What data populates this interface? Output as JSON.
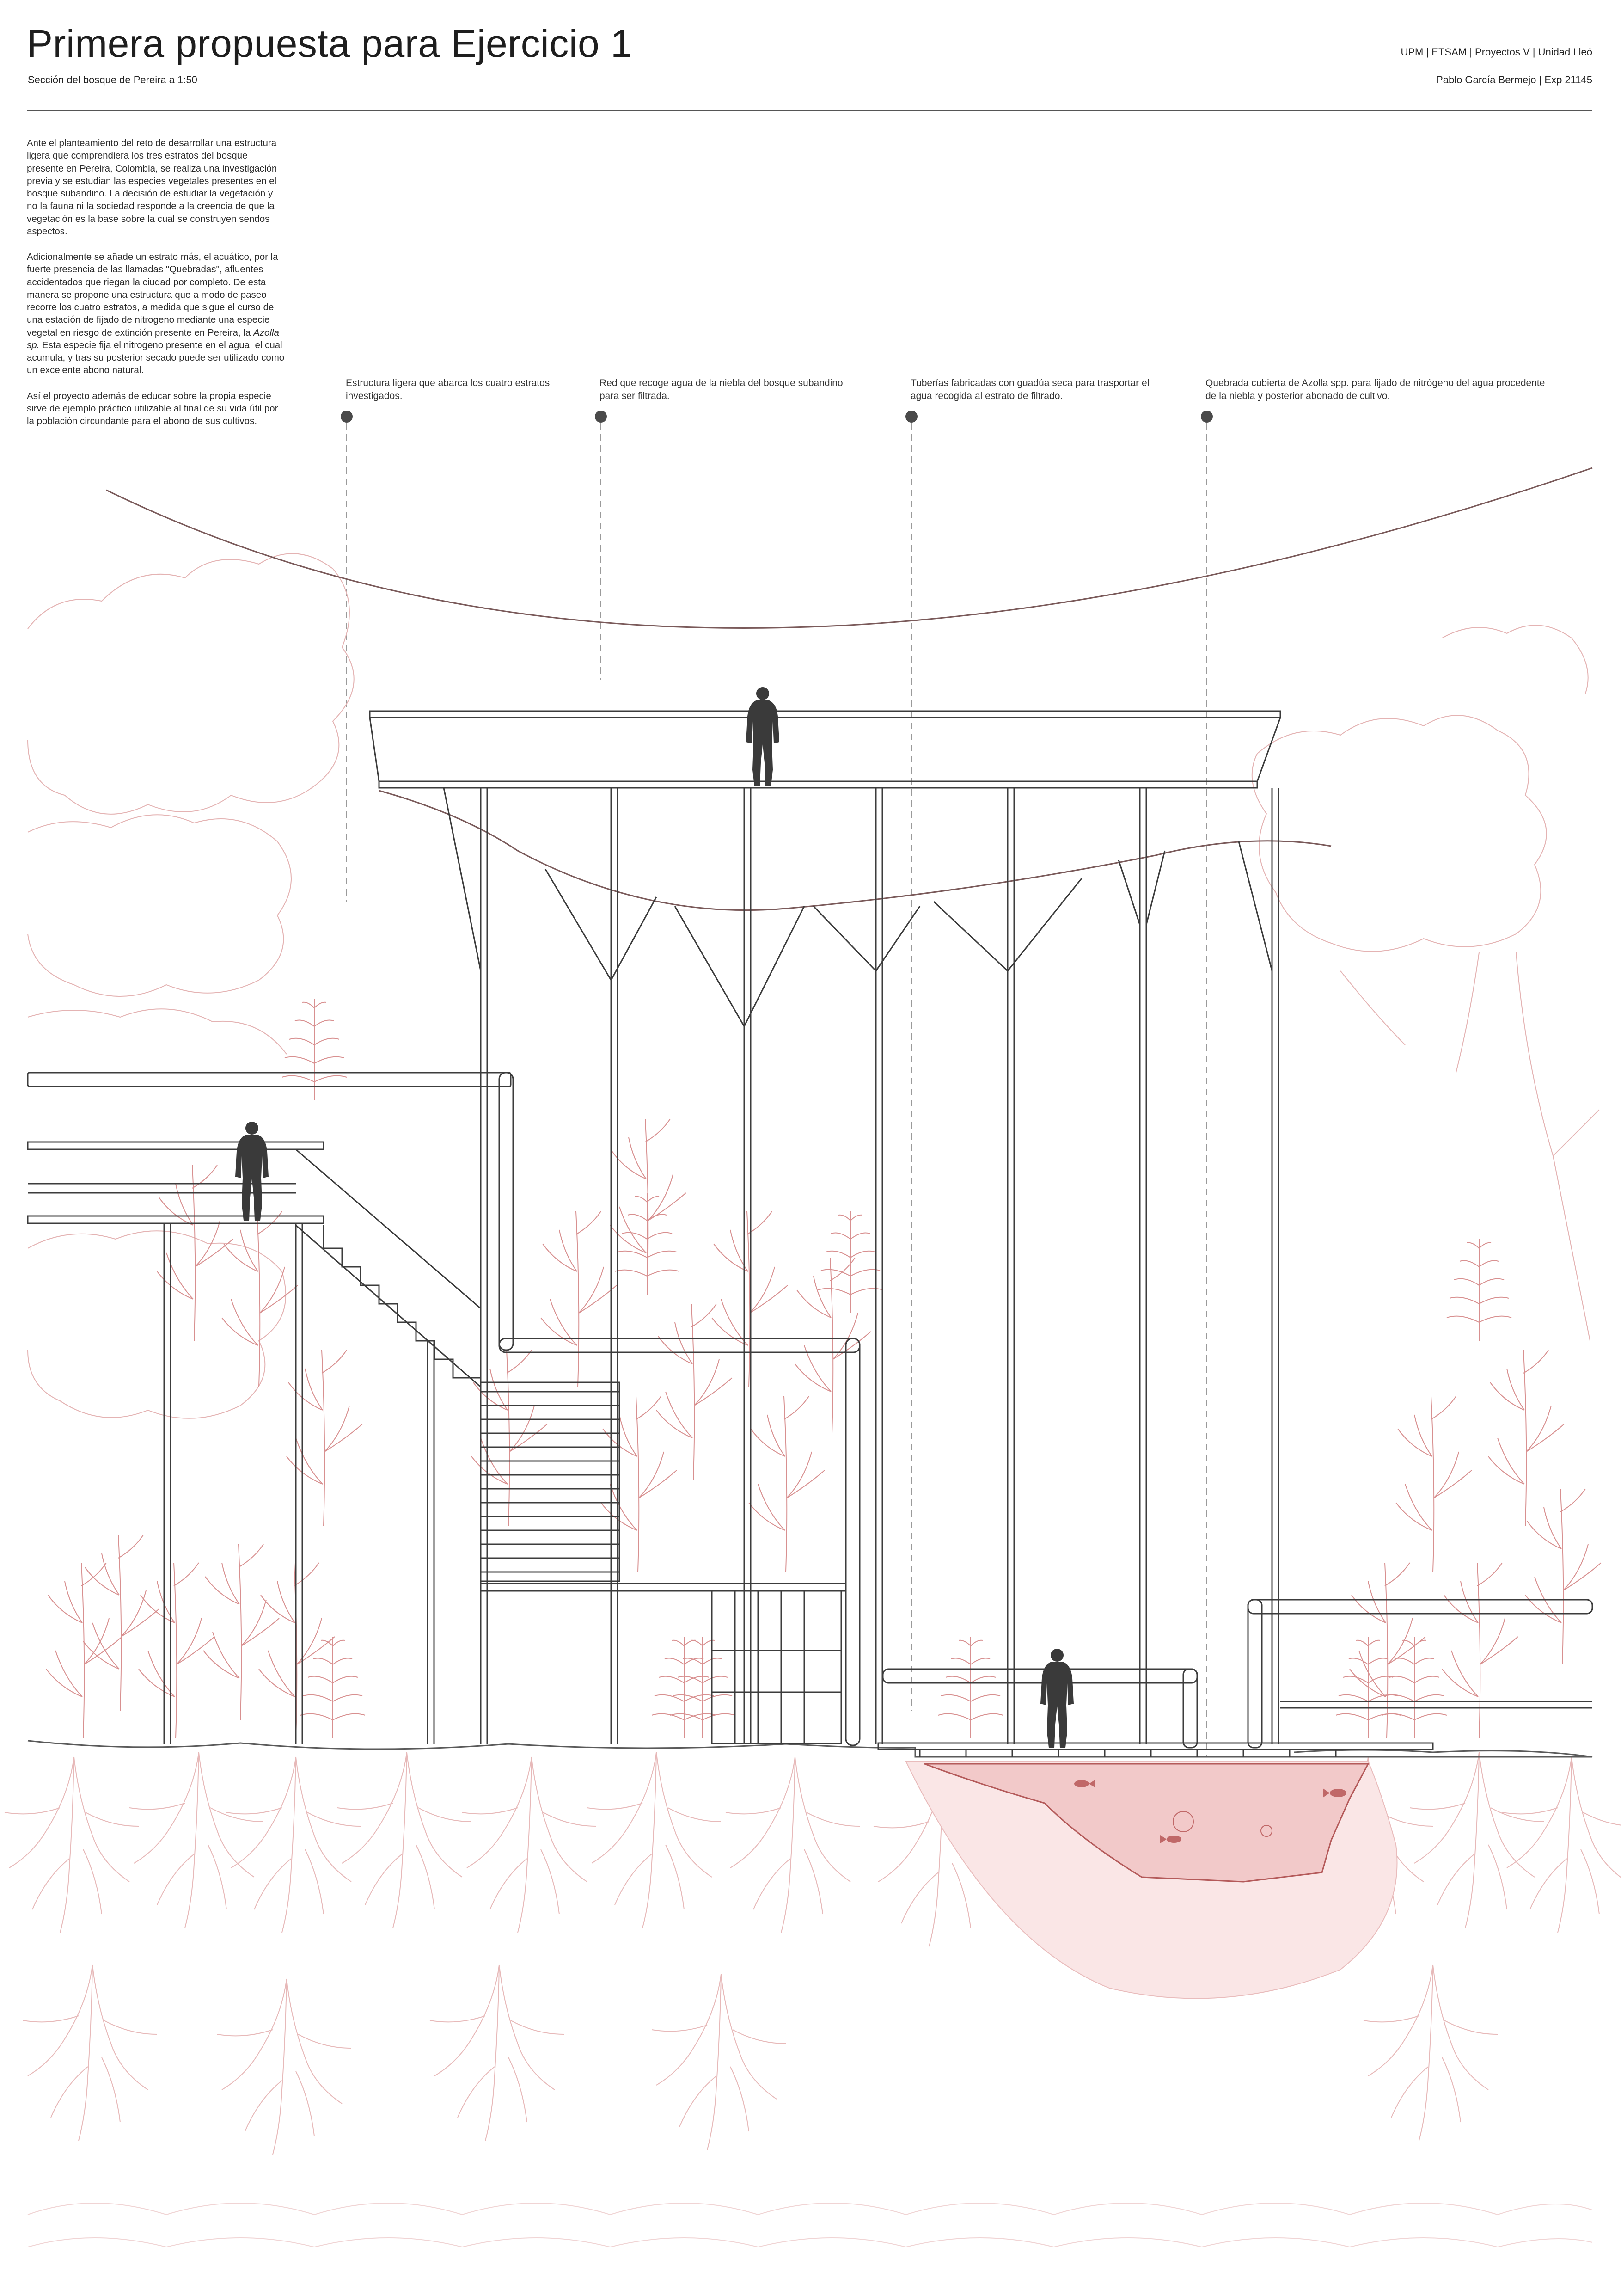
{
  "header": {
    "title": "Primera propuesta para Ejercicio 1",
    "subtitle": "Sección del bosque de Pereira a 1:50",
    "school_line": "UPM | ETSAM | Proyectos V | Unidad Lleó",
    "author_line": "Pablo García Bermejo | Exp 21145"
  },
  "intro": {
    "paragraph_1": "Ante el planteamiento del reto de desarrollar una estructura ligera que comprendiera los tres estratos del bosque presente en Pereira, Colombia, se realiza una investigación previa y se estudian las especies vegetales presentes en el bosque subandino. La decisión de estudiar la vegetación y no la fauna ni la sociedad responde a la creencia de que la vegetación es la base sobre la cual se construyen sendos aspectos.",
    "paragraph_2_before": "Adicionalmente se añade un estrato más, el acuático, por la fuerte presencia de las llamadas \"Quebradas\", afluentes accidentados que riegan la ciudad por completo. De esta manera se propone una estructura que a modo de paseo recorre los cuatro estratos, a medida que sigue el curso de una estación de fijado de nitrogeno mediante una especie vegetal en riesgo de extinción presente en Pereira, la ",
    "paragraph_2_species": "Azolla sp.",
    "paragraph_2_after": " Esta especie fija el nitrogeno presente en el agua, el cual acumula, y tras su posterior secado puede ser utilizado como un excelente abono natural.",
    "paragraph_3": "Así el proyecto además de educar sobre la propia especie sirve de ejemplo práctico utilizable al final de su vida útil por la población circundante para el abono de sus cultivos."
  },
  "annotations": [
    {
      "text": "Estructura ligera que abarca los cuatro estratos investigados."
    },
    {
      "text": "Red que recoge agua de la niebla del bosque subandino para ser filtrada."
    },
    {
      "text": "Tuberías fabricadas con guadúa seca para trasportar el agua recogida al estrato de filtrado."
    },
    {
      "text": "Quebrada cubierta de Azolla spp. para fijado de nitrógeno del agua procedente de la niebla y posterior abonado de cultivo."
    }
  ],
  "colors": {
    "line_dark": "#3c3c3c",
    "vegetation": "#d89090",
    "vegetation_light": "#ecc5c5",
    "water_fill": "#f2c9c9",
    "figure": "#3a3a3a",
    "marker": "#4a4a4a"
  },
  "icons": {
    "people": "person-silhouette-icon",
    "callout": "callout-dot-icon",
    "fish": "fish-icon"
  }
}
